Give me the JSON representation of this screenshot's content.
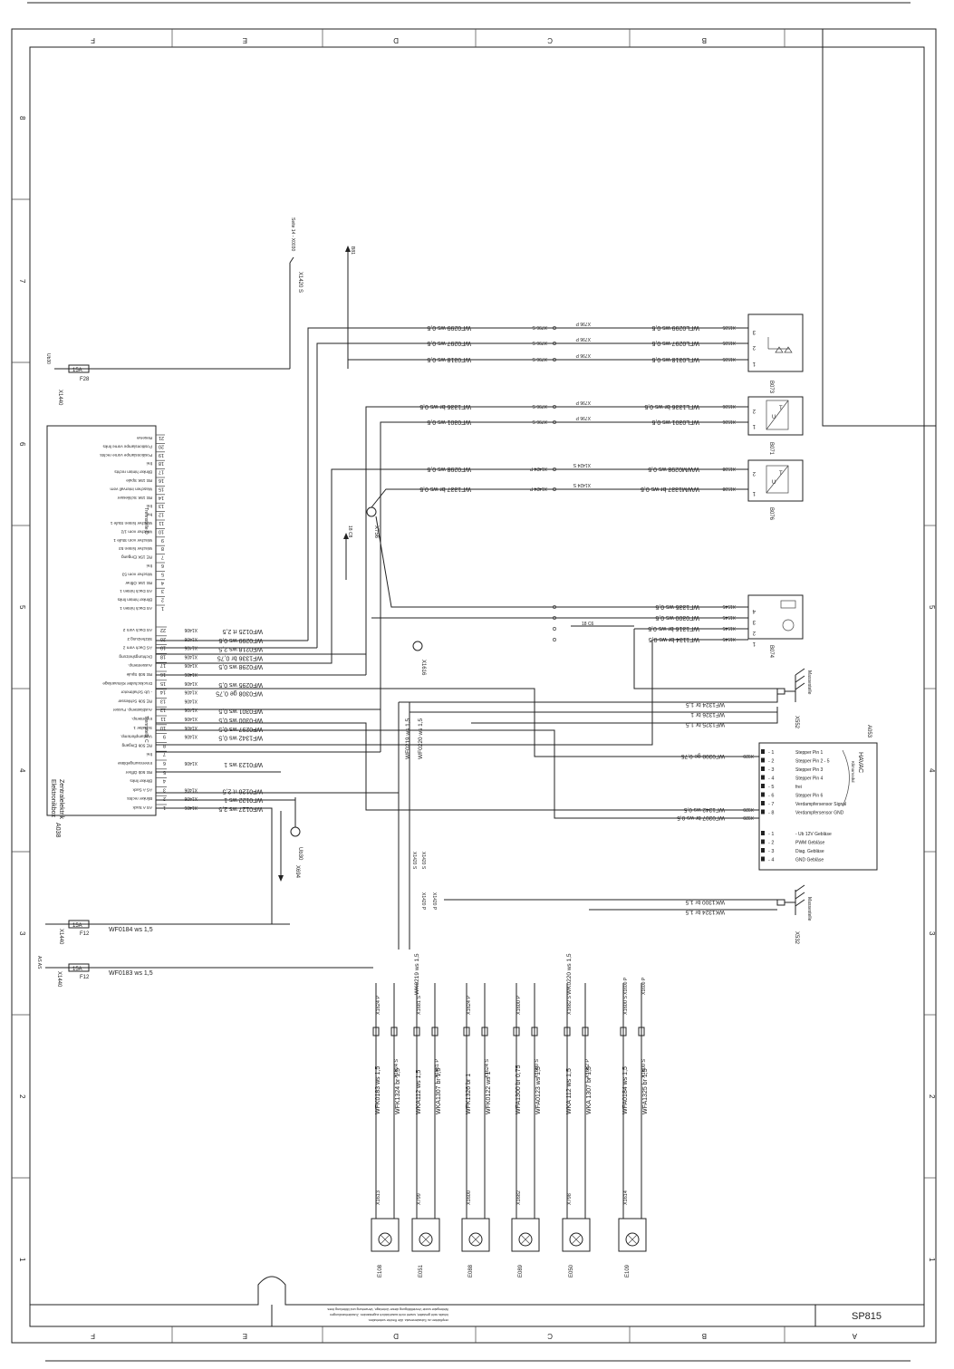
{
  "border": {
    "top_zones": [
      "F",
      "E",
      "D",
      "C",
      "B"
    ],
    "bottom_zones": [
      "F",
      "E",
      "D",
      "C",
      "B",
      "A"
    ],
    "left_rows": [
      "8",
      "7",
      "6",
      "5",
      "4",
      "3",
      "2",
      "1"
    ],
    "right_rows": [
      "5",
      "4",
      "3",
      "2",
      "1"
    ]
  },
  "title_block": {
    "sheet_id": "SP815",
    "notes": [
      "Weitergabe sowie Vervielfältigung dieser Unterlage, Verwertung und Mitteilung ihres",
      "Inhalts nicht gestattet, soweit nicht ausdrücklich zugestanden. Zuwiderhandlungen",
      "verpflichten zu Schadenersatz. Alle Rechte vorbehalten."
    ]
  },
  "a038": {
    "tag": "A038",
    "title_line1": "Elektronikbox",
    "title_line2": "Zentralelektrik",
    "stecker_d": "Trennstelle D",
    "stecker_c": "Trennstelle C",
    "pins_upper": [
      {
        "n": "21",
        "label": "Reserve"
      },
      {
        "n": "20",
        "label": "Positionslampe vorne links"
      },
      {
        "n": "19",
        "label": "Positionslampe vorne rechts"
      },
      {
        "n": "18",
        "label": "frei"
      },
      {
        "n": "17",
        "label": "Blinker hinten rechts"
      },
      {
        "n": "16",
        "label": "RE 15K Spule"
      },
      {
        "n": "15",
        "label": "Waschen Intervall vorn"
      },
      {
        "n": "14",
        "label": "RE 15K Schliesser"
      },
      {
        "n": "13",
        "label": "frei"
      },
      {
        "n": "12",
        "label": "frei"
      },
      {
        "n": "11",
        "label": "Wischer hinten Stufe 1"
      },
      {
        "n": "10",
        "label": "Wischer vorn 1/2"
      },
      {
        "n": "9",
        "label": "Wischer vorn Stufe 1"
      },
      {
        "n": "8",
        "label": "Wischer hinten 53"
      },
      {
        "n": "7",
        "label": "RE 15K Eingang"
      },
      {
        "n": "6",
        "label": "frei"
      },
      {
        "n": "5",
        "label": "Wischer vorn 53"
      },
      {
        "n": "4",
        "label": "RE 15K Öffner"
      },
      {
        "n": "3",
        "label": "AS Dach hinten 1"
      },
      {
        "n": "2",
        "label": "Blinker hinten links"
      },
      {
        "n": "1",
        "label": "AS Dach hinten 1"
      }
    ],
    "pins_lower": [
      {
        "n": "22",
        "label": "AS Dach vorn 2",
        "x": "X1406",
        "wire": "WF0125 rt 2,5"
      },
      {
        "n": "20",
        "label": "Sitzheizung 2",
        "x": "X1406",
        "wire": "WF0299 ws 0,5"
      },
      {
        "n": "19",
        "label": "AS Dach vorn 2",
        "x": "X1406",
        "wire": "WF0218 ws 2,5"
      },
      {
        "n": "18",
        "label": "Dichtungsheizung",
        "x": "X1406",
        "wire": "WF1336 br 0,75"
      },
      {
        "n": "17",
        "label": "Aussentemp.",
        "x": "X1406",
        "wire": "WF0298 ws 0,5"
      },
      {
        "n": "16",
        "label": "RE 50b Spule",
        "x": "X1406",
        "wire": ""
      },
      {
        "n": "15",
        "label": "Druckschalter Klimaanlage",
        "x": "X1406",
        "wire": "WF0295 ws 0,5"
      },
      {
        "n": "14",
        "label": "- Ub Schaltmotor",
        "x": "X1406",
        "wire": "WF0308 ge 0,75"
      },
      {
        "n": "13",
        "label": "RE 50b Schliesser",
        "x": "X1406",
        "wire": ""
      },
      {
        "n": "12",
        "label": "Ausblastemp. Fusser",
        "x": "X1406",
        "wire": "WF0301 ws 0,5"
      },
      {
        "n": "11",
        "label": "Innentemp.",
        "x": "X1406",
        "wire": "WF0300 ws 0,5"
      },
      {
        "n": "10",
        "label": "Schalter 1",
        "x": "X1406",
        "wire": "WF0297 ws 0,5"
      },
      {
        "n": "9",
        "label": "Verdampfertemp.",
        "x": "X1406",
        "wire": "WF1342 ws 0,5"
      },
      {
        "n": "8",
        "label": "RE 50b Eingang",
        "x": "",
        "wire": ""
      },
      {
        "n": "7",
        "label": "frei",
        "x": "",
        "wire": ""
      },
      {
        "n": "6",
        "label": "Innenraumgebläse",
        "x": "X1406",
        "wire": "WF0123 ws 1"
      },
      {
        "n": "5",
        "label": "RE 50b Öffner",
        "x": "",
        "wire": ""
      },
      {
        "n": "4",
        "label": "Blinker links",
        "x": "",
        "wire": ""
      },
      {
        "n": "3",
        "label": "AS A Sack",
        "x": "X1406",
        "wire": "WF0126 rt 2,5"
      },
      {
        "n": "2",
        "label": "Blinker rechts",
        "x": "X1406",
        "wire": "WF0122 ws 1"
      },
      {
        "n": "1",
        "label": "AS A Sack",
        "x": "X1406",
        "wire": "WF0127 ws 2,5"
      }
    ]
  },
  "fuses": {
    "f28": {
      "tag": "F28",
      "rating": "15A",
      "x": "X1440",
      "sheet_ref": "Ub30"
    },
    "f12a": {
      "tag": "F12",
      "rating": "15A",
      "x": "X1440",
      "wire": "WF0184 ws 1,5"
    },
    "f12b": {
      "tag": "F12",
      "rating": "15A",
      "x": "X1440",
      "wire": "WF0183 ws 1,5",
      "ref": "AS AS"
    }
  },
  "connectors_top": {
    "x1420": "X1420 S",
    "ref1": "Seite 14 - X0030",
    "ref2": "B81",
    "x756": "X756",
    "x694": "X694",
    "ub30": "Ub30",
    "x1616": "X1616",
    "ref3": "18 C8",
    "ref4": "18 C6",
    "x552": "X552",
    "x532": "X532",
    "masse1": "Massestelle",
    "masse2": "Massestelle"
  },
  "sensors": {
    "b073": {
      "tag": "B073",
      "lines": [
        {
          "left": "WF0299 ws 0,5",
          "mid_left": "X796 S",
          "mid": "X796 P",
          "right": "WFL0299 ws 0,5",
          "conn": "X1535",
          "pin": "3"
        },
        {
          "left": "WF0297 ws 0,5",
          "mid_left": "X796 S",
          "mid": "X796 P",
          "right": "WFL0297 ws 0,5",
          "conn": "X1535",
          "pin": "2"
        },
        {
          "left": "WF0318 ws 0,5",
          "mid_left": "X796 S",
          "mid": "X796 P",
          "right": "WFL0318 ws 0,5",
          "conn": "X1535",
          "pin": "1"
        }
      ]
    },
    "b071": {
      "tag": "B071",
      "lines": [
        {
          "left": "WF1336 br ws 0,5",
          "mid_left": "X796 S",
          "mid": "X796 P",
          "right": "WFL1336 br ws 0,5",
          "conn": "X1536",
          "pin": "2"
        },
        {
          "left": "WF0301 ws 0,5",
          "mid_left": "X796 S",
          "mid": "X796 P",
          "right": "WFL0301 ws 0,5",
          "conn": "X1536",
          "pin": "1"
        }
      ]
    },
    "b076": {
      "tag": "B076",
      "lines": [
        {
          "left": "WF0298 ws 0,5",
          "mid_left": "X1424 P",
          "mid": "X1424 S",
          "right": "WWM0298 ws 0,5",
          "conn": "X1538",
          "pin": "2"
        },
        {
          "left": "WF1337 br ws 0,5",
          "mid_left": "X1424 P",
          "mid": "X1424 S",
          "right": "WWM1337 br ws 0,5",
          "conn": "X1538",
          "pin": "1"
        }
      ]
    },
    "b074": {
      "tag": "B074",
      "lines": [
        {
          "right": "WF1335 ws 0,5",
          "conn": "X1545",
          "pin": "4"
        },
        {
          "right": "WF0300 ws 0,5",
          "conn": "X1545",
          "pin": "3"
        },
        {
          "right": "WF1316 br ws 0,5",
          "conn": "X1545",
          "pin": "2"
        },
        {
          "right": "WF1134 br ws 0,5",
          "conn": "X1545",
          "pin": "1"
        }
      ]
    }
  },
  "ground_lines": {
    "top": [
      "WF1324 br 1,5",
      "WF1326 br 1",
      "WF1325 br 1,5"
    ],
    "bottom": [
      "WK1300 br 1,5",
      "WK1324 br 1,5"
    ]
  },
  "a053": {
    "tag": "A053",
    "name": "HAVAC",
    "sub": "Klimamodul",
    "pins_top": [
      {
        "n": "1",
        "label": "Stepper Pin 1"
      },
      {
        "n": "2",
        "label": "Stepper Pin 2 - 5"
      },
      {
        "n": "3",
        "label": "Stepper Pin 3"
      },
      {
        "n": "4",
        "label": "Stepper Pin 4"
      },
      {
        "n": "5",
        "label": "frei"
      },
      {
        "n": "6",
        "label": "Stepper Pin 6"
      },
      {
        "n": "7",
        "label": "Verdampfersensor Signal"
      },
      {
        "n": "8",
        "label": "Verdampfersensor GND"
      }
    ],
    "pins_bottom": [
      {
        "n": "1",
        "label": "- Ub 12V Gebläse"
      },
      {
        "n": "2",
        "label": "PWM Gebläse"
      },
      {
        "n": "3",
        "label": "Diag. Gebläse"
      },
      {
        "n": "4",
        "label": "GND Gebläse"
      }
    ],
    "wires": [
      {
        "text": "WF0308 ge 0,75",
        "conn": "X920"
      },
      {
        "text": "WF1342 ws 0,5",
        "conn": "X920"
      },
      {
        "text": "WF0307 br ws 0,5",
        "conn": "X920"
      }
    ]
  },
  "vertical_wires": {
    "wf0219": "WF0219 ws 1,5",
    "wf0220": "WF0220 ws 1,5",
    "x1420s1": "X1420 S",
    "x1420s2": "X1420 S",
    "x1420p1": "X1420 P",
    "x1420p2": "X1420 P",
    "wk0219": "WK0219 ws 1,5",
    "wk0220": "WK0220 ws 1,5",
    "x1600p1": "X1600 P",
    "x1600p2": "X1600 P"
  },
  "lamps": [
    {
      "tag": "E108",
      "conn": "X1613",
      "upper": "X1624 P",
      "mid": "X1624 S",
      "wire_a": "WFK0183 ws 1,5",
      "wire_b": "WFK1324 br 1,5"
    },
    {
      "tag": "E051",
      "conn": "X799",
      "upper": "X1681 S",
      "mid": "X1681 P",
      "wire_a": "WKA112 ws 1,5",
      "wire_b": "WKA1307 br 1,5"
    },
    {
      "tag": "E088",
      "conn": "X1600",
      "upper": "X1624 P",
      "mid": "X1624 S",
      "wire_a": "WFK1326 br 1",
      "wire_b": "WFK0122 ws 1"
    },
    {
      "tag": "E089",
      "conn": "X1682",
      "upper": "X1600 P",
      "mid": "X1600 S",
      "wire_a": "WFA1300 br 0,75",
      "wire_b": "WFA0123 ws 1,5"
    },
    {
      "tag": "E050",
      "conn": "X798",
      "upper": "X1682 S",
      "mid": "X1682 P",
      "wire_a": "WKA 112 ws 1,5",
      "wire_b": "WKA 1307 br 1,5"
    },
    {
      "tag": "E109",
      "conn": "X1614",
      "upper": "X1600 S",
      "mid": "X1600 S",
      "wire_a": "WFA0184 ws 1,5",
      "wire_b": "WFA1325 br 1,5"
    }
  ]
}
